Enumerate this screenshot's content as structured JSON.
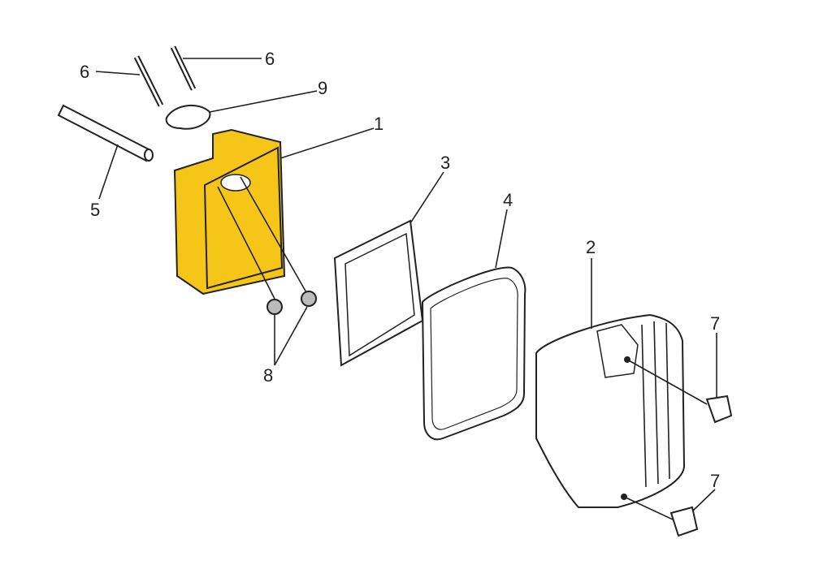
{
  "diagram": {
    "title": "",
    "colors": {
      "highlight": "#f5c518",
      "line": "#222222"
    },
    "callouts": [
      {
        "id": "stud-left",
        "text": "6"
      },
      {
        "id": "stud-right",
        "text": "6"
      },
      {
        "id": "gasket",
        "text": "9"
      },
      {
        "id": "base",
        "text": "1"
      },
      {
        "id": "tube",
        "text": "5"
      },
      {
        "id": "filter-frame",
        "text": "3"
      },
      {
        "id": "filter-element",
        "text": "4"
      },
      {
        "id": "cover",
        "text": "2"
      },
      {
        "id": "knob-top",
        "text": "7"
      },
      {
        "id": "nuts",
        "text": "8"
      },
      {
        "id": "knob-bottom",
        "text": "7"
      }
    ]
  }
}
